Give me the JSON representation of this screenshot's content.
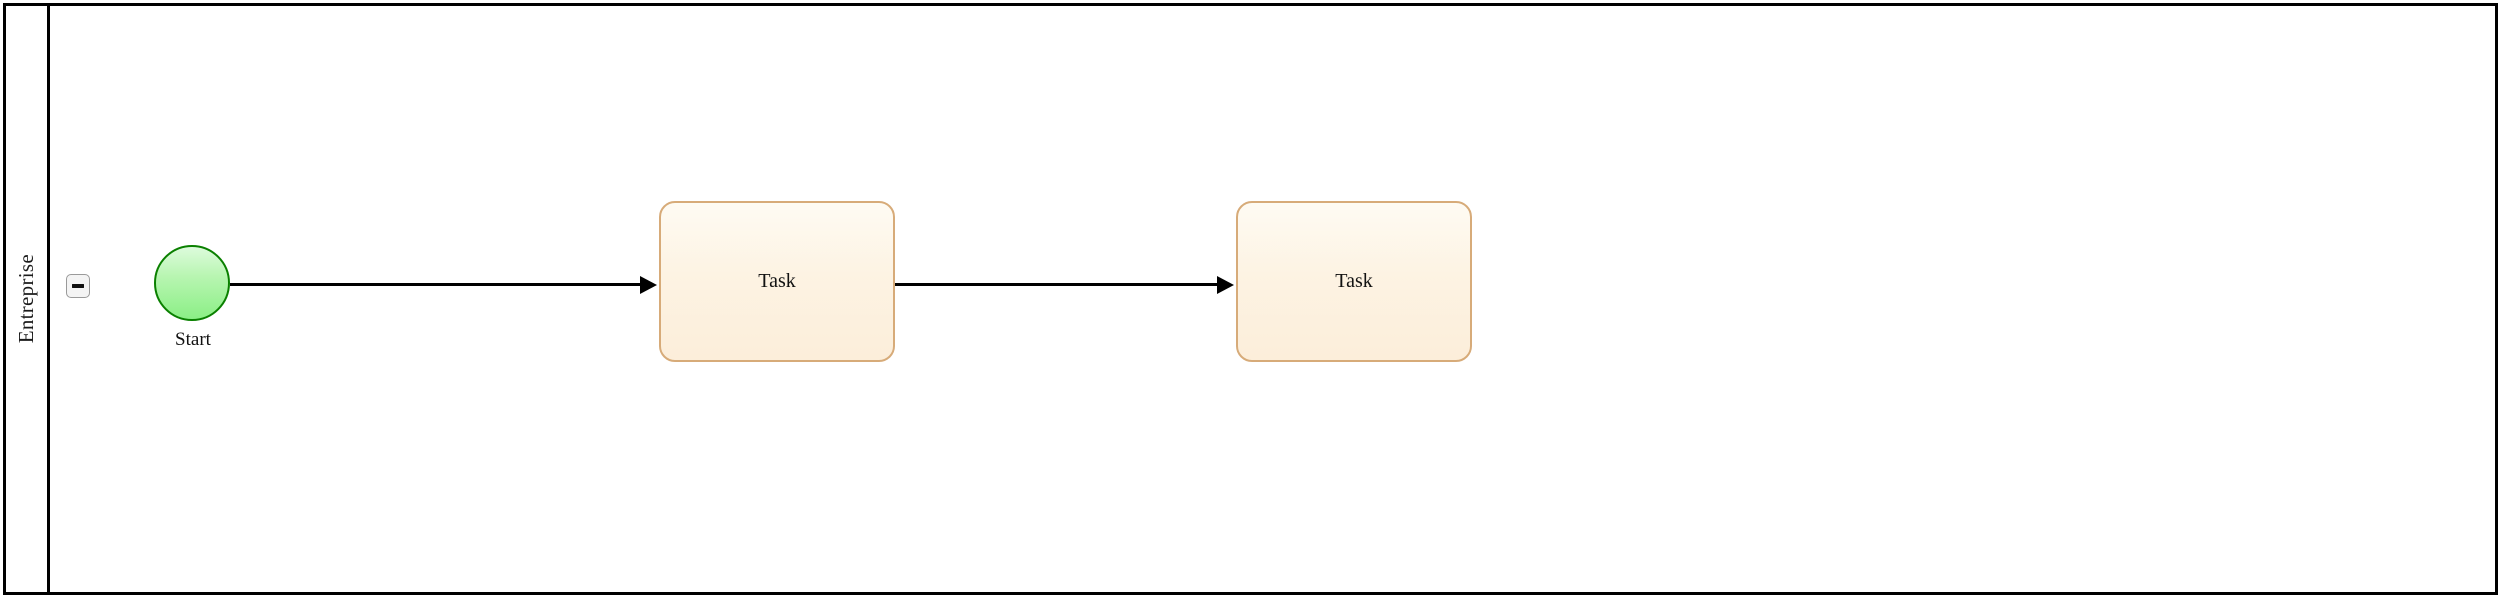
{
  "diagram": {
    "type": "bpmn-process",
    "background_color": "#ffffff",
    "pool": {
      "name": "Entreprise",
      "label": "Entreprise",
      "border_color": "#000000",
      "fill_color": "#ffffff",
      "collapse_toggle": {
        "name": "collapse-toggle",
        "state": "expanded",
        "glyph": "minus-icon",
        "fill_color": "#f4f4f4",
        "border_color": "#9a9a9a"
      }
    },
    "nodes": [
      {
        "id": "start-event",
        "type": "start-event",
        "label": "Start",
        "shape": "circle",
        "fill_color": "#b7f5b0",
        "border_color": "#0a8000"
      },
      {
        "id": "task-1",
        "type": "task",
        "label": "Task",
        "shape": "rounded-rectangle",
        "fill_color": "#fdf3e3",
        "border_color": "#d7ab79"
      },
      {
        "id": "task-2",
        "type": "task",
        "label": "Task",
        "shape": "rounded-rectangle",
        "fill_color": "#fdf3e3",
        "border_color": "#d7ab79"
      }
    ],
    "flows": [
      {
        "id": "flow-1",
        "type": "sequence-flow",
        "from": "start-event",
        "to": "task-1",
        "color": "#000000"
      },
      {
        "id": "flow-2",
        "type": "sequence-flow",
        "from": "task-1",
        "to": "task-2",
        "color": "#000000"
      }
    ]
  }
}
